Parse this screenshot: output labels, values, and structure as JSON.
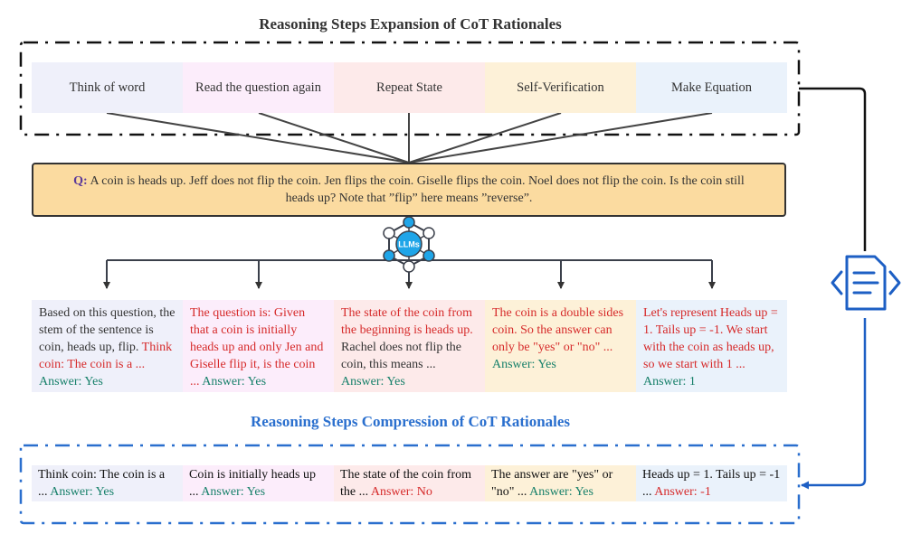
{
  "expansion_title": "Reasoning Steps Expansion of CoT Rationales",
  "compression_title": "Reasoning Steps Compression of CoT Rationales",
  "strategies": [
    "Think of word",
    "Read the question again",
    "Repeat State",
    "Self-Verification",
    "Make Equation"
  ],
  "question": {
    "label": "Q:",
    "text": " A coin is heads up. Jeff does not flip the coin. Jen flips the coin. Giselle flips the coin. Noel does not flip the coin. Is the coin still heads up? Note that ”flip” here means ”reverse”."
  },
  "llm_label": "LLMs",
  "expanded": [
    {
      "lead": "Based on this question, the stem of the sentence is coin, heads up, flip. ",
      "body": "Think coin: The coin is a ... ",
      "answer": "Answer: Yes"
    },
    {
      "lead": "",
      "body": "The question is: Given that a coin is initially heads up and only Jen and Giselle flip it, is the coin ... ",
      "answer": "Answer: Yes"
    },
    {
      "lead": "",
      "body": "The state of the coin from the beginning is heads up. ",
      "body2": "Rachel does not flip the coin, this means ... ",
      "answer": "Answer: Yes"
    },
    {
      "lead": "",
      "body": "The coin is a double sides coin. So the answer can only be \"yes\" or \"no\" ... ",
      "answer": "Answer: Yes"
    },
    {
      "lead": "",
      "body": "Let's represent Heads up = 1. Tails up = -1. We start with the coin as heads up, so we start with 1 ... ",
      "answer": "Answer: 1"
    }
  ],
  "compressed": [
    {
      "text": "Think coin: The coin is a ... ",
      "answer": "Answer: Yes",
      "answer_color": "green"
    },
    {
      "text": "Coin is initially heads up ... ",
      "answer": "Answer: Yes",
      "answer_color": "green"
    },
    {
      "text": "The state of the coin from the ... ",
      "answer": "Answer: No",
      "answer_color": "red"
    },
    {
      "text": "The answer are \"yes\" or \"no\" ... ",
      "answer": "Answer: Yes",
      "answer_color": "green"
    },
    {
      "text": "Heads up = 1. Tails up = -1 ... ",
      "answer": "Answer: -1",
      "answer_color": "red"
    }
  ],
  "colors": {
    "text": "#333333",
    "red": "#d62a2a",
    "green": "#17806a",
    "blue_title": "#2a6fce",
    "question_bg": "#fbdba0",
    "llm_node": "#1fa5e8"
  },
  "icons": [
    "llm-network-icon",
    "compress-document-icon"
  ]
}
